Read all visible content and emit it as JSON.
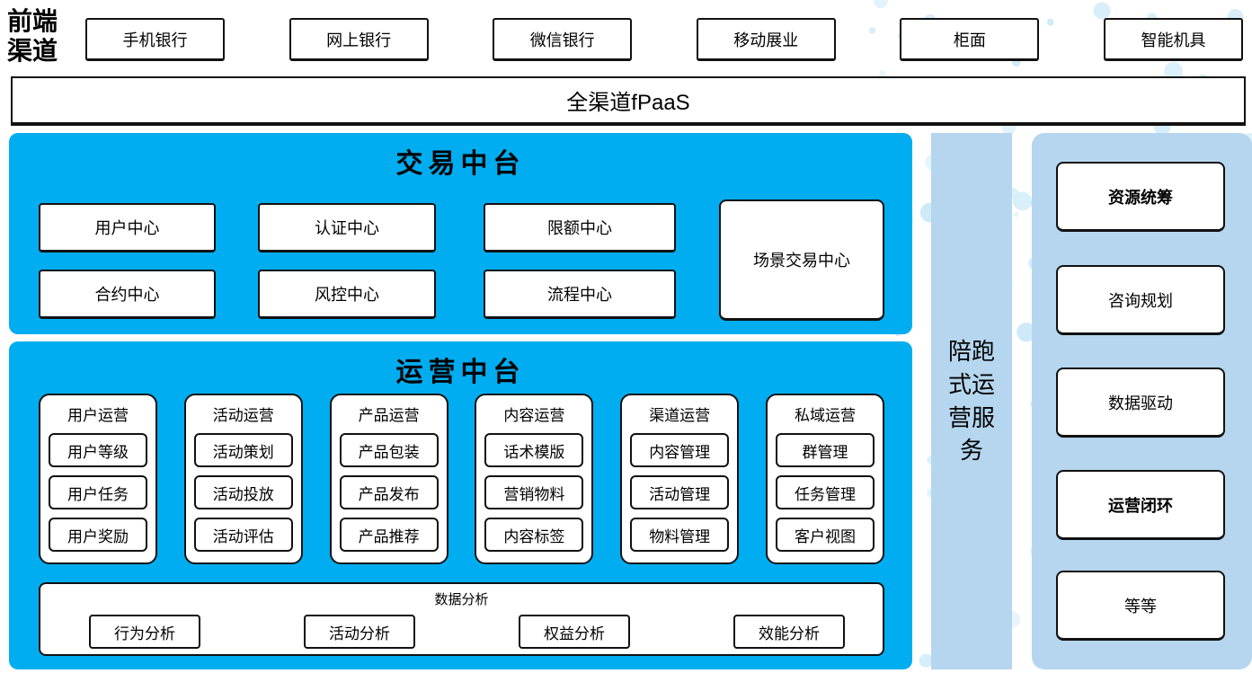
{
  "frontend": {
    "label": "前端渠道",
    "channels": [
      "手机银行",
      "网上银行",
      "微信银行",
      "移动展业",
      "柜面",
      "智能机具"
    ]
  },
  "fpaas_label": "全渠道fPaaS",
  "trade": {
    "title": "交易中台",
    "row1": [
      "用户中心",
      "认证中心",
      "限额中心"
    ],
    "row2": [
      "合约中心",
      "风控中心",
      "流程中心"
    ],
    "scenario": "场景交易中心"
  },
  "operation": {
    "title": "运营中台",
    "columns": [
      {
        "header": "用户运营",
        "items": [
          "用户等级",
          "用户任务",
          "用户奖励"
        ]
      },
      {
        "header": "活动运营",
        "items": [
          "活动策划",
          "活动投放",
          "活动评估"
        ]
      },
      {
        "header": "产品运营",
        "items": [
          "产品包装",
          "产品发布",
          "产品推荐"
        ]
      },
      {
        "header": "内容运营",
        "items": [
          "话术模版",
          "营销物料",
          "内容标签"
        ]
      },
      {
        "header": "渠道运营",
        "items": [
          "内容管理",
          "活动管理",
          "物料管理"
        ]
      },
      {
        "header": "私域运营",
        "items": [
          "群管理",
          "任务管理",
          "客户视图"
        ]
      }
    ],
    "analysis": {
      "title": "数据分析",
      "items": [
        "行为分析",
        "活动分析",
        "权益分析",
        "效能分析"
      ]
    }
  },
  "companion_bar_label": "陪跑式运营服务",
  "services": {
    "items": [
      {
        "label": "资源统筹",
        "bold": true
      },
      {
        "label": "咨询规划",
        "bold": false
      },
      {
        "label": "数据驱动",
        "bold": false
      },
      {
        "label": "运营闭环",
        "bold": true
      },
      {
        "label": "等等",
        "bold": false
      }
    ]
  },
  "colors": {
    "primary_blue": "#00adf0",
    "panel_blue": "#b5d6ee",
    "dot_blue": "#cdeaf8",
    "border": "#111111"
  }
}
